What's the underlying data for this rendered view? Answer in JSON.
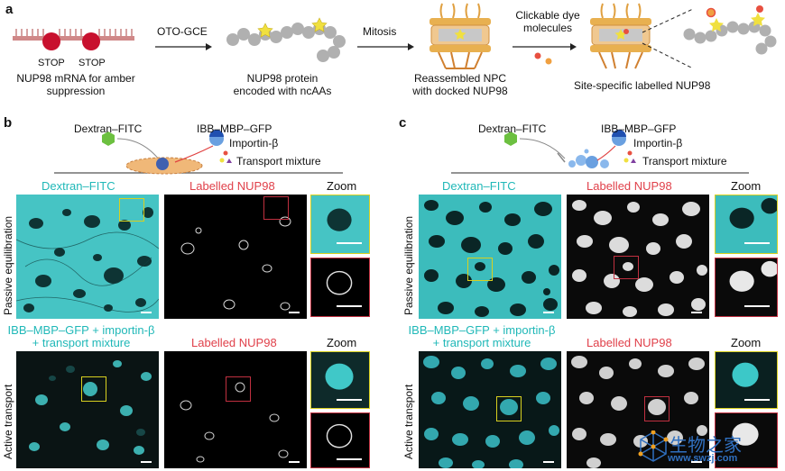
{
  "panel_a": {
    "letter": "a",
    "stop1": "STOP",
    "stop2": "STOP",
    "caption_mrna": [
      "NUP98 mRNA for amber",
      "suppression"
    ],
    "arrow1": "OTO-GCE",
    "caption_protein": [
      "NUP98 protein",
      "encoded with ncAAs"
    ],
    "arrow2": "Mitosis",
    "caption_npc": [
      "Reassembled NPC",
      "with docked NUP98"
    ],
    "arrow3": [
      "Clickable dye",
      "molecules"
    ],
    "caption_labelled": "Site-specific labelled NUP98"
  },
  "panel_b": {
    "letter": "b",
    "dextran": "Dextran–FITC",
    "ibb": "IBB–MBP–GFP",
    "importin": "Importin-β",
    "transport": "Transport mixture",
    "col1": "Dextran–FITC",
    "col2": "Labelled NUP98",
    "col3": "Zoom",
    "row1": "Passive equilibration",
    "row2": "Active transport",
    "row2_col1": [
      "IBB–MBP–GFP + importin-β",
      "+ transport mixture"
    ],
    "row2_col2": "Labelled NUP98",
    "row2_col3": "Zoom"
  },
  "panel_c": {
    "letter": "c",
    "dextran": "Dextran–FITC",
    "ibb": "IBB–MBP–GFP",
    "importin": "Importin-β",
    "transport": "Transport mixture",
    "col1": "Dextran–FITC",
    "col2": "Labelled NUP98",
    "col3": "Zoom",
    "row1": "Passive equilibration",
    "row2": "Active transport",
    "row2_col1": [
      "IBB–MBP–GFP + importin-β",
      "+ transport mixture"
    ],
    "row2_col2": "Labelled NUP98",
    "row2_col3": "Zoom"
  },
  "watermark": {
    "text": "生物之家",
    "url": "www.swzj.com"
  },
  "colors": {
    "cyan": "#3cc8c8",
    "red_label": "#e0404a",
    "zoom_border_yellow": "#d8d020",
    "zoom_border_red": "#c03040",
    "stop_red": "#c8102e"
  }
}
